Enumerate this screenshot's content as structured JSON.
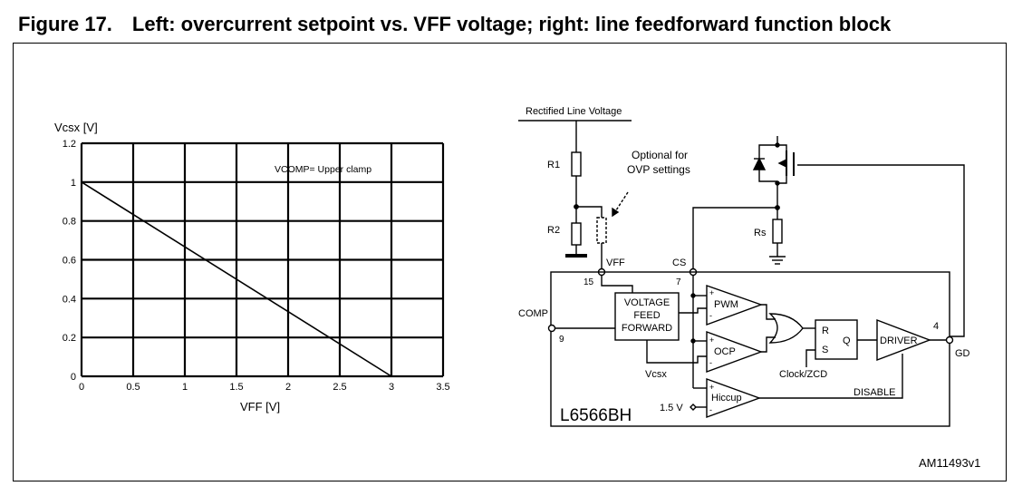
{
  "figure": {
    "number": "Figure 17.",
    "caption": "Left: overcurrent setpoint vs. VFF voltage; right: line feedforward function block",
    "reference_code": "AM11493v1"
  },
  "chart_data": {
    "type": "line",
    "title": "",
    "ylabel": "Vcsx [V]",
    "xlabel": "VFF [V]",
    "xlim": [
      0,
      3.5
    ],
    "ylim": [
      0,
      1.2
    ],
    "x_ticks": [
      "0",
      "0.5",
      "1",
      "1.5",
      "2",
      "2.5",
      "3",
      "3.5"
    ],
    "y_ticks": [
      "0",
      "0.2",
      "0.4",
      "0.6",
      "0.8",
      "1",
      "1.2"
    ],
    "grid": true,
    "annotation": "VCOMP= Upper clamp",
    "series": [
      {
        "x": [
          0,
          3
        ],
        "y": [
          1,
          0
        ]
      }
    ]
  },
  "diagram": {
    "labels": {
      "rectified_line": "Rectified Line Voltage",
      "r1": "R1",
      "r2": "R2",
      "optional_line1": "Optional for",
      "optional_line2": "OVP settings",
      "vff": "VFF",
      "pin15": "15",
      "cs": "CS",
      "pin7": "7",
      "rs": "Rs",
      "comp": "COMP",
      "pin9": "9",
      "vff_block_1": "VOLTAGE",
      "vff_block_2": "FEED",
      "vff_block_3": "FORWARD",
      "pwm": "PWM",
      "ocp": "OCP",
      "hiccup": "Hiccup",
      "vcsx": "Vcsx",
      "v15": "1.5 V",
      "latch_r": "R",
      "latch_s": "S",
      "latch_q": "Q",
      "clock": "Clock/ZCD",
      "driver": "DRIVER",
      "pin4": "4",
      "gd": "GD",
      "disable": "DISABLE",
      "ic_name": "L6566BH",
      "plus": "+",
      "minus": "-"
    }
  }
}
